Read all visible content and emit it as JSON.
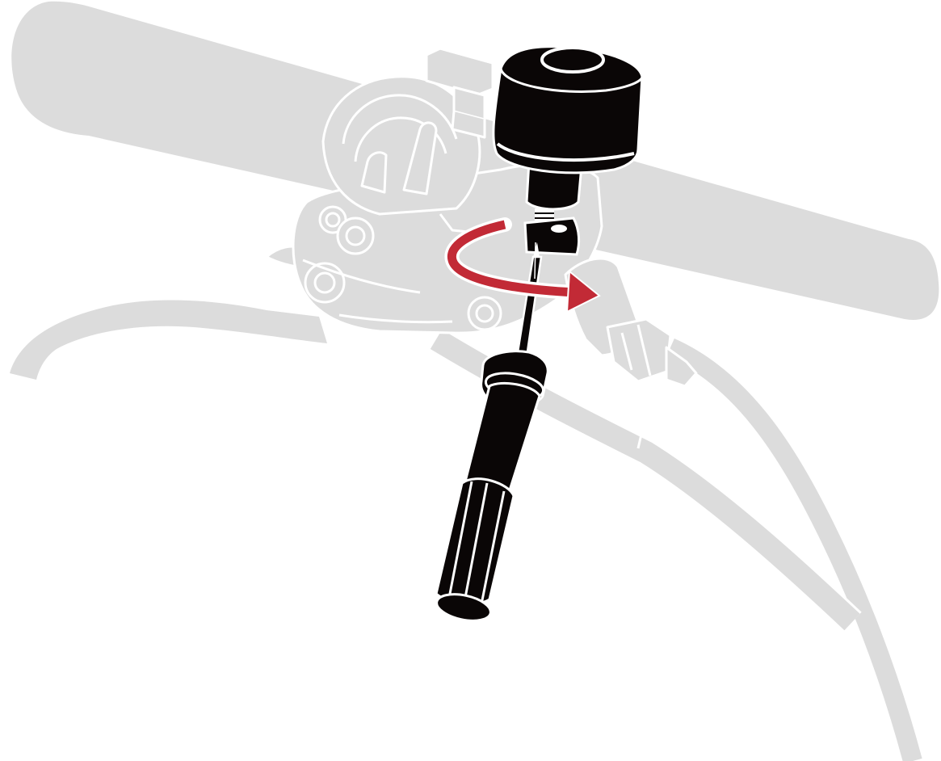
{
  "diagram": {
    "subject": "brake-lever-bleed-step",
    "parts": [
      {
        "name": "handlebar",
        "icon": "handlebar-icon"
      },
      {
        "name": "brake-lever-body",
        "icon": "brake-lever-icon"
      },
      {
        "name": "brake-lever-blade",
        "icon": "lever-blade-icon"
      },
      {
        "name": "brake-hose",
        "icon": "hose-icon"
      },
      {
        "name": "bleed-cup",
        "icon": "bleed-cup-icon"
      },
      {
        "name": "bleed-screw",
        "icon": "bleed-screw-icon"
      },
      {
        "name": "driver-tool",
        "icon": "screwdriver-icon"
      },
      {
        "name": "rotation-arrow",
        "icon": "clockwise-arrow-icon",
        "direction": "clockwise"
      }
    ],
    "colors": {
      "background": "#ffffff",
      "component_gray": "#dcdcdc",
      "outline": "#ffffff",
      "tool_black": "#0a0606",
      "arrow_red": "#c22a36"
    }
  }
}
